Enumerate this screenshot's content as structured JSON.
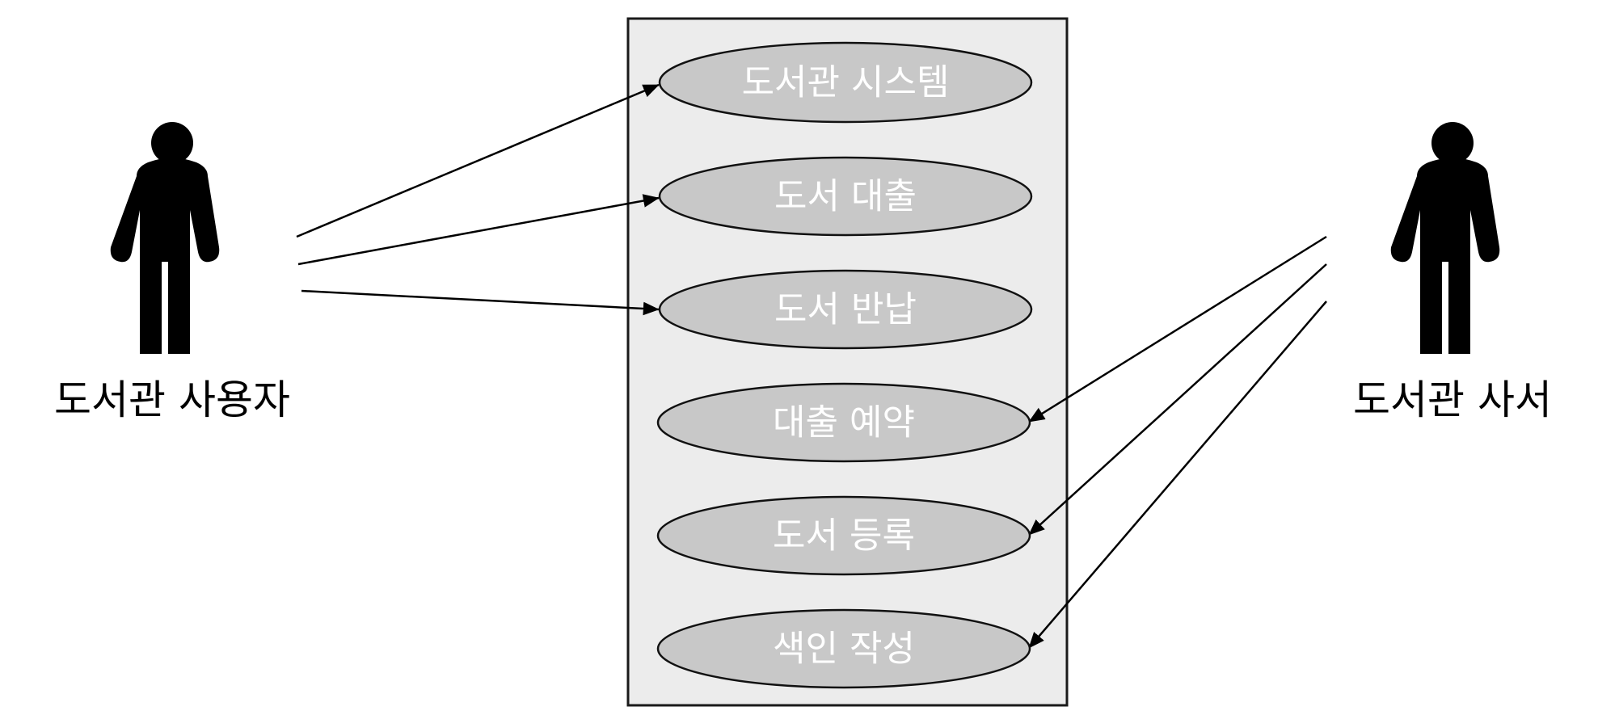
{
  "actors": {
    "user": {
      "label": "도서관 사용자"
    },
    "librarian": {
      "label": "도서관 사서"
    }
  },
  "use_cases": [
    {
      "label": "도서관 시스템"
    },
    {
      "label": "도서 대출"
    },
    {
      "label": "도서 반납"
    },
    {
      "label": "대출 예약"
    },
    {
      "label": "도서 등록"
    },
    {
      "label": "색인 작성"
    }
  ],
  "associations": [
    {
      "from": "user",
      "to": 0
    },
    {
      "from": "user",
      "to": 1
    },
    {
      "from": "user",
      "to": 2
    },
    {
      "from": "librarian",
      "to": 3
    },
    {
      "from": "librarian",
      "to": 4
    },
    {
      "from": "librarian",
      "to": 5
    }
  ],
  "colors": {
    "system_fill": "#ececec",
    "use_case_fill": "#c8c8c8",
    "use_case_text": "#ffffff",
    "lines": "#000000"
  }
}
